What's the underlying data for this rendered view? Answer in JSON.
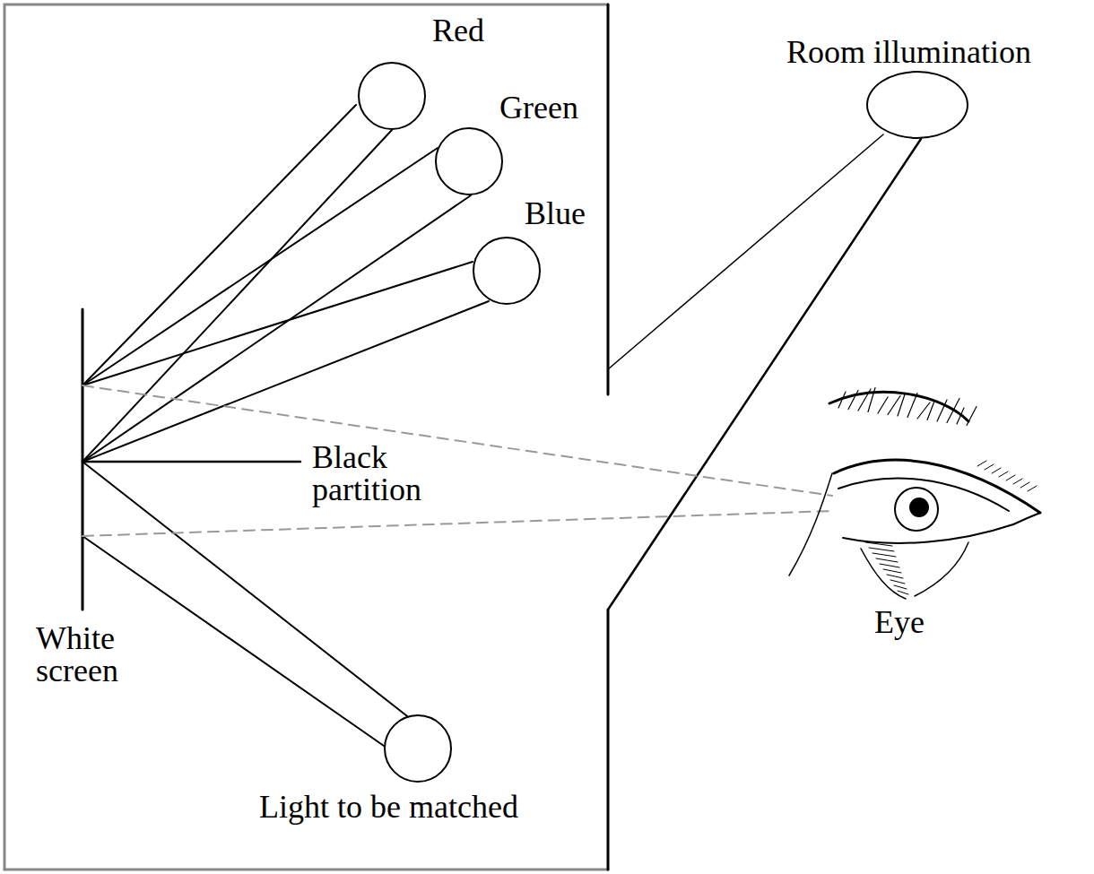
{
  "diagram": {
    "nodes": [
      {
        "text": [
          "Red"
        ]
      },
      {
        "text": [
          "Green"
        ]
      },
      {
        "text": [
          "Blue"
        ]
      },
      {
        "text": [
          "Room illumination"
        ]
      },
      {
        "text": [
          "Light to be matched"
        ]
      }
    ],
    "labels": [
      "Black partition",
      "White screen",
      "Eye"
    ]
  }
}
